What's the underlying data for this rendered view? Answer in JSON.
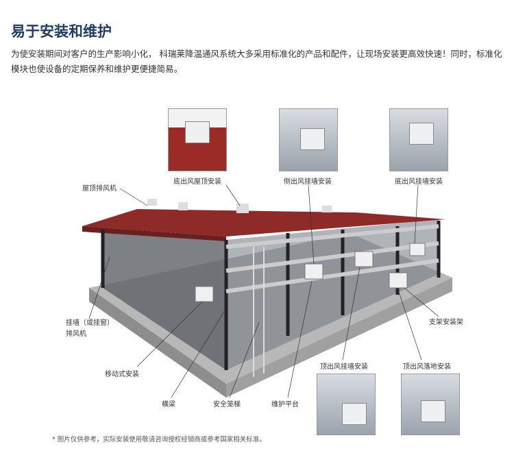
{
  "heading": "易于安装和维护",
  "intro": "为使安装期间对客户的生产影响小化， 科瑞莱降温通风系统大多采用标准化的产品和配件，让现场安装更高效快速！同时，标准化模块也使设备的定期保养和维护更便捷简易。",
  "labels": {
    "roof_bottom": "底出风屋顶安装",
    "side_wall": "侧出风挂墙安装",
    "bottom_wall": "底出风挂墙安装",
    "roof_fan": "屋顶排风机",
    "wall_fan_1": "挂墙（或挂窗）",
    "wall_fan_2": "排风机",
    "mobile": "移动式安装",
    "beam": "横梁",
    "ladder": "安全笼梯",
    "platform": "维护平台",
    "bracket": "支架安装架",
    "top_wall": "顶出风挂墙安装",
    "top_floor": "顶出风落地安装"
  },
  "note": "* 图片仅供参考，实际安装使用敬请咨询授权经销商或参考国家相关标准。"
}
